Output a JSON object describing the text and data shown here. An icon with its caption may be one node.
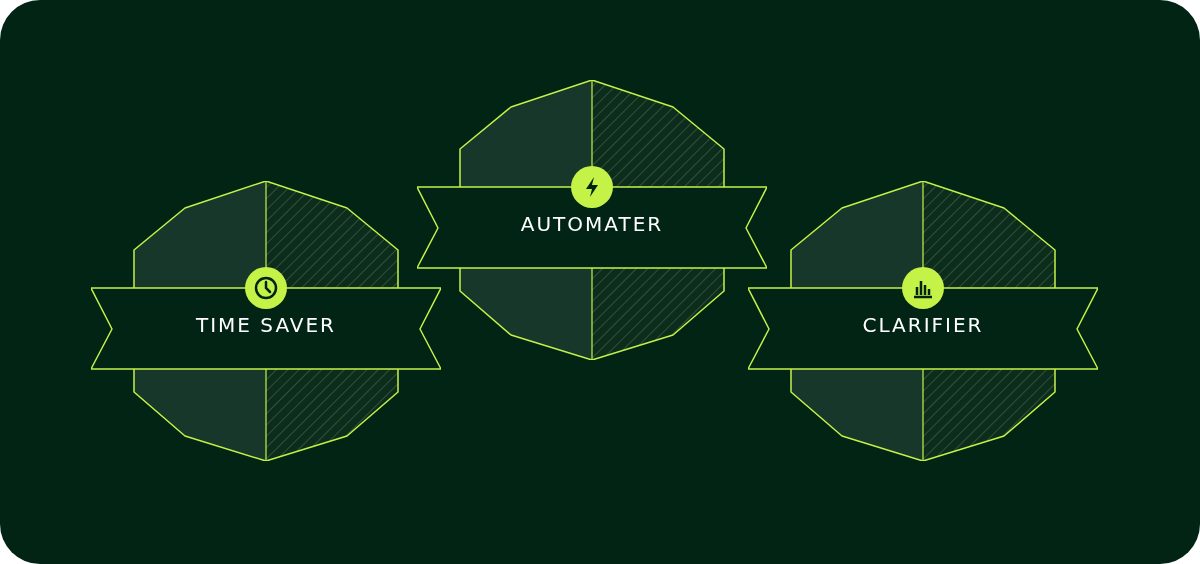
{
  "diagram": {
    "nodes": [
      {
        "text": [
          "TIME SAVER"
        ]
      },
      {
        "text": [
          "AUTOMATER"
        ]
      },
      {
        "text": [
          "CLARIFIER"
        ]
      }
    ]
  }
}
